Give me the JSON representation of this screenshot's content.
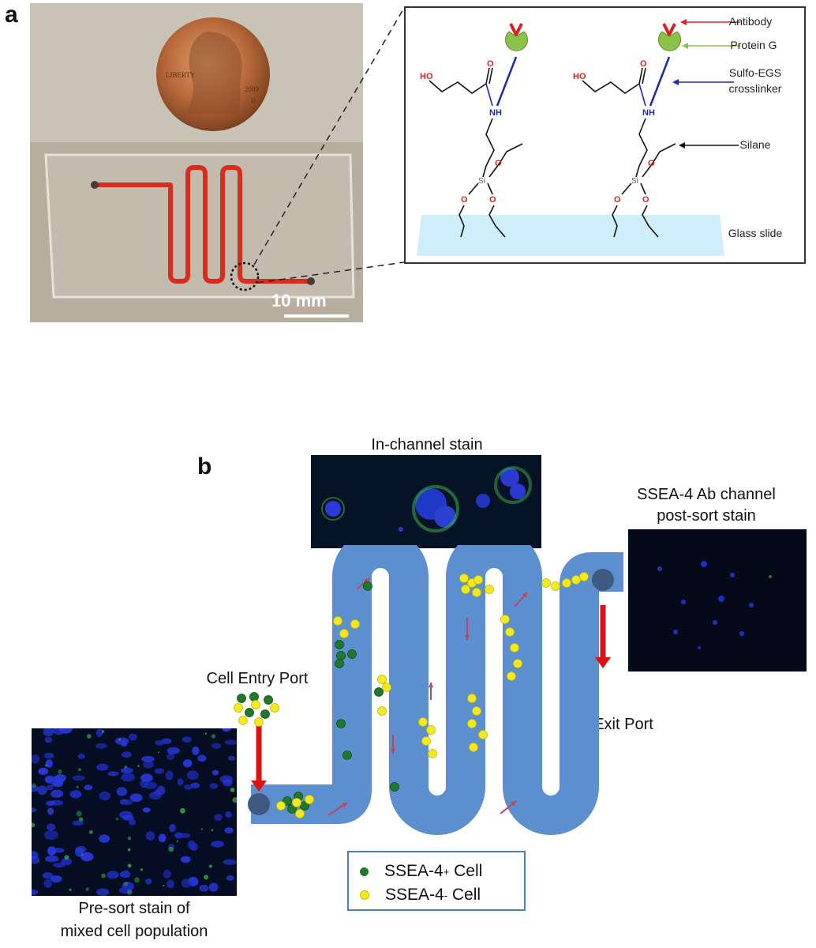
{
  "panel_a": {
    "label": "a",
    "scale_bar": "10  mm",
    "coin_text": {
      "liberty": "LIBERTY",
      "year": "2009",
      "mint": "D"
    },
    "scheme_labels": {
      "antibody": "Antibody",
      "protein_g": "Protein G",
      "crosslinker_line1": "Sulfo-EGS",
      "crosslinker_line2": "crosslinker",
      "silane": "Silane",
      "glass": "Glass slide"
    },
    "chem": {
      "ho": "HO",
      "nh": "NH",
      "si": "Si"
    },
    "colors": {
      "antibody": "#e02020",
      "protein_g": "#8bc34a",
      "crosslinker": "#1a2aa8",
      "silane": "#111111",
      "glass": "#cfeefc",
      "channel_red": "#d92b1e"
    }
  },
  "panel_b": {
    "label": "b",
    "in_channel": "In-channel stain",
    "post_sort_line1": "SSEA-4 Ab channel",
    "post_sort_line2": "post-sort stain",
    "entry": "Cell Entry Port",
    "exit": "Cell Exit Port",
    "pre_sort_line1": "Pre-sort stain of",
    "pre_sort_line2": "mixed cell population",
    "legend": {
      "pos_base": "SSEA-4",
      "pos_sup": "+",
      "pos_suffix": " Cell",
      "neg_base": "SSEA-4",
      "neg_sup": "-",
      "neg_suffix": " Cell"
    },
    "colors": {
      "channel": "#5b8fd0",
      "pos_cell": "#1e7a2a",
      "neg_cell": "#f2ea1c",
      "flow_arrow": "#b84a5a",
      "port_arrow": "#e01010",
      "port": "#3f5a80"
    }
  }
}
